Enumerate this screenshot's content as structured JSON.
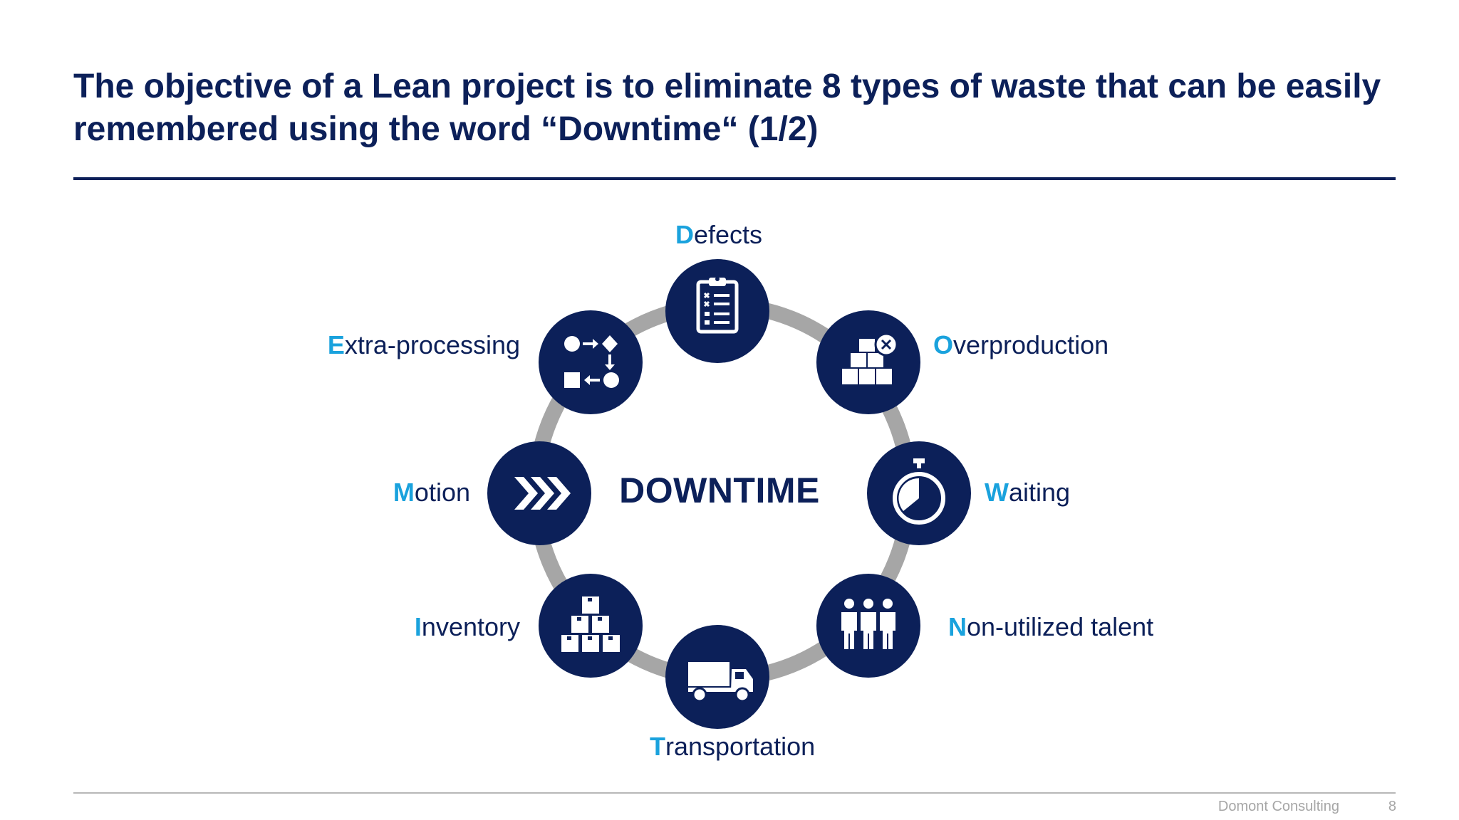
{
  "title": "The objective of a Lean project is to eliminate 8 types of waste that can be easily remembered using the word “Downtime“ (1/2)",
  "diagram": {
    "center_label": "DOWNTIME",
    "nodes": [
      {
        "key": "defects",
        "initial": "D",
        "rest": "efects",
        "icon": "clipboard-checklist-icon"
      },
      {
        "key": "overproduction",
        "initial": "O",
        "rest": "verproduction",
        "icon": "boxes-cross-icon"
      },
      {
        "key": "waiting",
        "initial": "W",
        "rest": "aiting",
        "icon": "stopwatch-icon"
      },
      {
        "key": "non-utilized-talent",
        "initial": "N",
        "rest": "on-utilized talent",
        "icon": "people-group-icon"
      },
      {
        "key": "transportation",
        "initial": "T",
        "rest": "ransportation",
        "icon": "truck-icon"
      },
      {
        "key": "inventory",
        "initial": "I",
        "rest": "nventory",
        "icon": "stacked-boxes-icon"
      },
      {
        "key": "motion",
        "initial": "M",
        "rest": "otion",
        "icon": "chevrons-right-icon"
      },
      {
        "key": "extra-processing",
        "initial": "E",
        "rest": "xtra-processing",
        "icon": "process-flow-icon"
      }
    ]
  },
  "footer": {
    "company": "Domont Consulting",
    "page_number": "8"
  },
  "colors": {
    "navy": "#0c2059",
    "accent": "#1aa2dd",
    "ring": "#a6a6a6",
    "footer_text": "#a6a6a6"
  }
}
